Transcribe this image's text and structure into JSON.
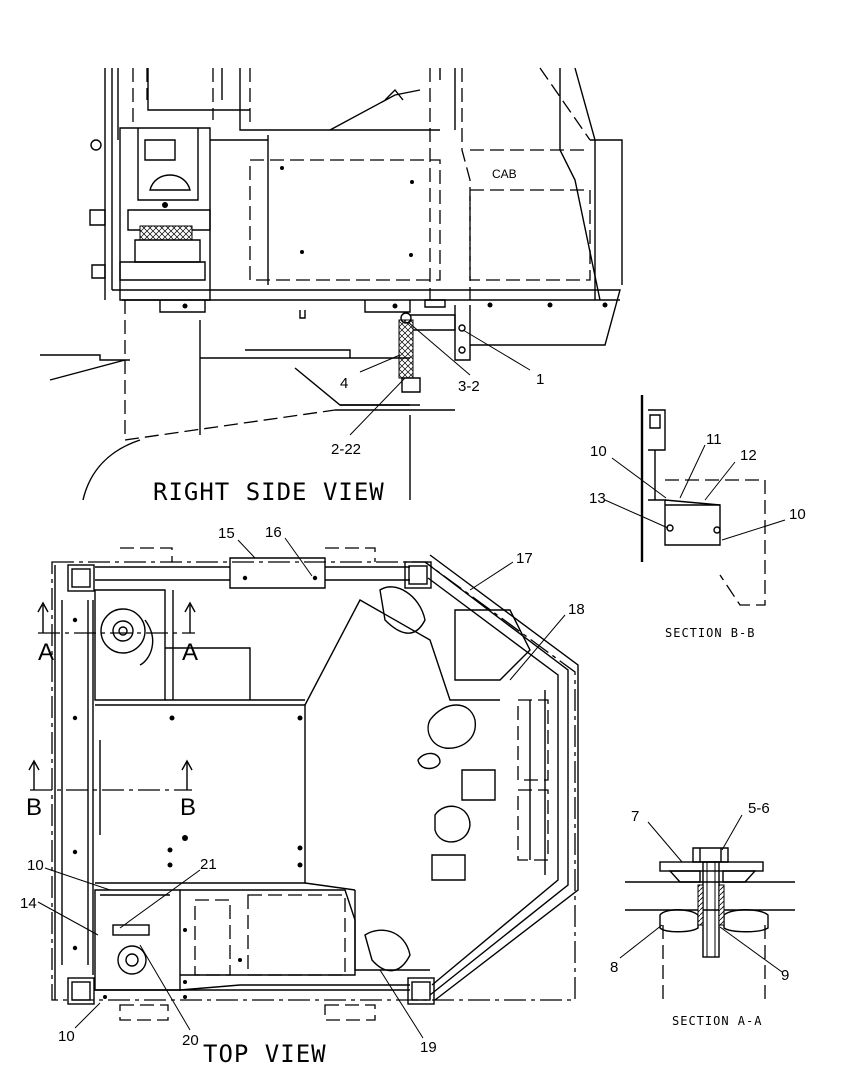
{
  "views": {
    "right_side": "RIGHT SIDE VIEW",
    "top": "TOP VIEW",
    "section_bb": "SECTION B-B",
    "section_aa": "SECTION A-A"
  },
  "labels": {
    "cab": "CAB"
  },
  "section_markers": {
    "a_left": "A",
    "a_right": "A",
    "b_left": "B",
    "b_right": "B"
  },
  "callouts": {
    "c1": "1",
    "c3_2": "3-2",
    "c4": "4",
    "c2_22": "2-22",
    "c10_bb_a": "10",
    "c11": "11",
    "c12": "12",
    "c13": "13",
    "c10_bb_b": "10",
    "c15": "15",
    "c16": "16",
    "c17": "17",
    "c18": "18",
    "c10_top_a": "10",
    "c14": "14",
    "c21": "21",
    "c20": "20",
    "c10_top_b": "10",
    "c19": "19",
    "c7": "7",
    "c5_6": "5-6",
    "c8": "8",
    "c9": "9"
  }
}
